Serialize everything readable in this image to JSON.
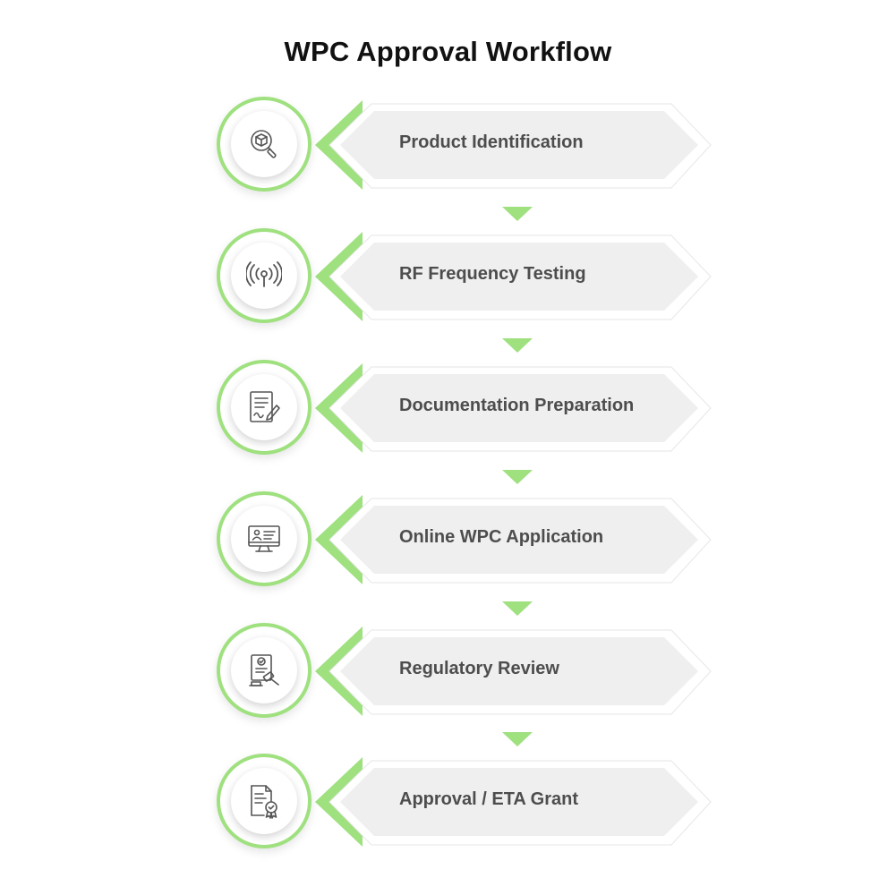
{
  "title": "WPC Approval Workflow",
  "colors": {
    "accent": "#9fe07f",
    "card_fill": "#efefef",
    "card_outline": "#ffffff",
    "label_text": "#4d4d4d",
    "icon_stroke": "#555555"
  },
  "steps": [
    {
      "label": "Product Identification",
      "icon": "product-search-icon"
    },
    {
      "label": "RF Frequency Testing",
      "icon": "rf-antenna-icon"
    },
    {
      "label": "Documentation Preparation",
      "icon": "document-sign-icon"
    },
    {
      "label": "Online WPC Application",
      "icon": "online-application-monitor-icon"
    },
    {
      "label": "Regulatory Review",
      "icon": "legal-review-gavel-icon"
    },
    {
      "label": "Approval / ETA Grant",
      "icon": "certificate-approval-icon"
    }
  ]
}
